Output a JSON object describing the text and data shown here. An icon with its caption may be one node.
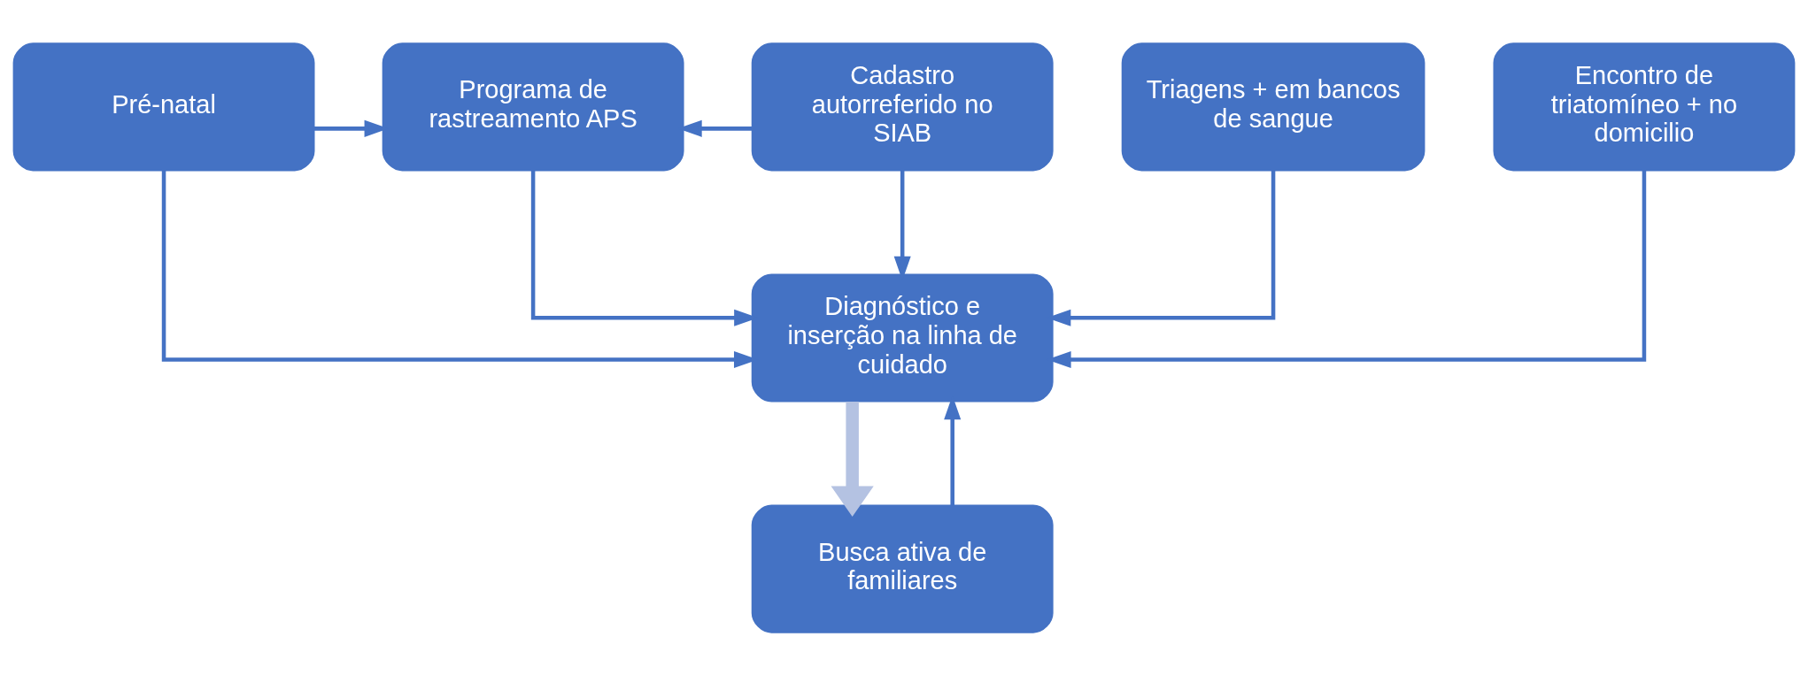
{
  "diagram": {
    "nodes": [
      {
        "text": [
          "Pré-natal"
        ]
      },
      {
        "text": [
          "Programa de rastreamento APS"
        ]
      },
      {
        "text": [
          "Cadastro autorreferido no SIAB"
        ]
      },
      {
        "text": [
          "Triagens + em bancos de sangue"
        ]
      },
      {
        "text": [
          "Encontro de triatomíneo + no domicilio"
        ]
      },
      {
        "text": [
          "Diagnóstico e inserção na linha de cuidado"
        ]
      },
      {
        "text": [
          "Busca ativa de familiares"
        ]
      }
    ],
    "edges": [
      {
        "from": 0,
        "to": 1,
        "arrow": "to"
      },
      {
        "from": 2,
        "to": 1,
        "arrow": "to"
      },
      {
        "from": 0,
        "to": 5,
        "arrow": "to"
      },
      {
        "from": 1,
        "to": 5,
        "arrow": "to"
      },
      {
        "from": 2,
        "to": 5,
        "arrow": "to"
      },
      {
        "from": 3,
        "to": 5,
        "arrow": "to"
      },
      {
        "from": 4,
        "to": 5,
        "arrow": "to"
      },
      {
        "from": 5,
        "to": 6,
        "arrow": "to",
        "style": "thick",
        "color": "#b4c2e2"
      },
      {
        "from": 6,
        "to": 5,
        "arrow": "to"
      }
    ]
  }
}
